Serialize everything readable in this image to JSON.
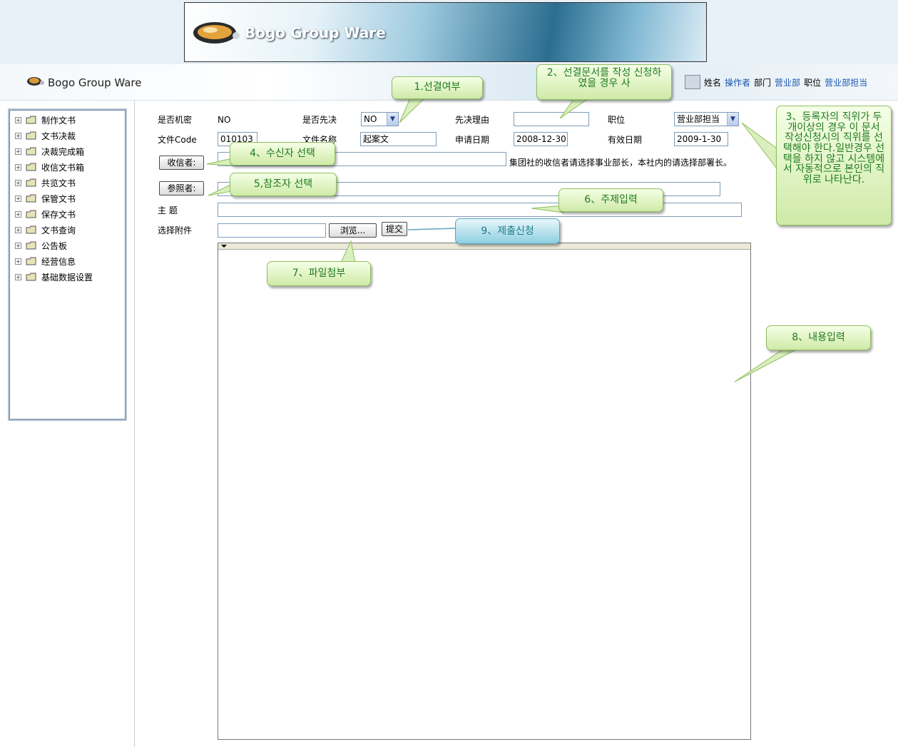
{
  "banner": {
    "title": "Bogo Group Ware"
  },
  "header": {
    "app_name": "Bogo Group Ware",
    "user": {
      "name_label": "姓名",
      "name_value": "操作者",
      "dept_label": "部门",
      "dept_value": "营业部",
      "position_label": "职位",
      "position_value": "营业部担当"
    }
  },
  "sidebar": {
    "items": [
      {
        "label": "制作文书"
      },
      {
        "label": "文书决裁"
      },
      {
        "label": "决裁完成箱"
      },
      {
        "label": "收信文书箱"
      },
      {
        "label": "共览文书"
      },
      {
        "label": "保管文书"
      },
      {
        "label": "保存文书"
      },
      {
        "label": "文书查询"
      },
      {
        "label": "公告板"
      },
      {
        "label": "经营信息"
      },
      {
        "label": "基础数据设置"
      }
    ]
  },
  "form": {
    "confidential_label": "是否机密",
    "confidential_value": "NO",
    "priority_label": "是否先决",
    "priority_value": "NO",
    "reason_label": "先决理由",
    "reason_value": "",
    "position_label": "职位",
    "position_value": "营业部担当",
    "code_label": "文件Code",
    "code_value": "010103",
    "name_label": "文件名称",
    "name_value": "起案文",
    "apply_date_label": "申请日期",
    "apply_date_value": "2008-12-30",
    "valid_date_label": "有效日期",
    "valid_date_value": "2009-1-30",
    "recipient_button": "收信者:",
    "recipient_value": "",
    "recipient_note": "集团社的收信者请选择事业部长，本社内的请选择部署长。",
    "reference_button": "参照者:",
    "reference_value": "",
    "subject_label": "主 题",
    "subject_value": "",
    "attach_label": "选择附件",
    "attach_value": "",
    "browse_button": "浏览...",
    "submit_button": "提交"
  },
  "callouts": {
    "c1": "1.선결여부",
    "c2": "2、선결문서를 작성 신청하였을 경우 사",
    "c3": "3、등록자의 직위가 두개이상의 경우 이 문서 작성신청시의 직위를 선택해야 한다.일반경우 선택을 하지 않고 시스템에서 자동적으로 본인의 직위로 나타난다.",
    "c4": "4、수신자 선택",
    "c5": "5,참조자 선택",
    "c6": "6、주제입력",
    "c7": "7、파일첨부",
    "c8": "8、내용입력",
    "c9": "9、제출신청"
  }
}
